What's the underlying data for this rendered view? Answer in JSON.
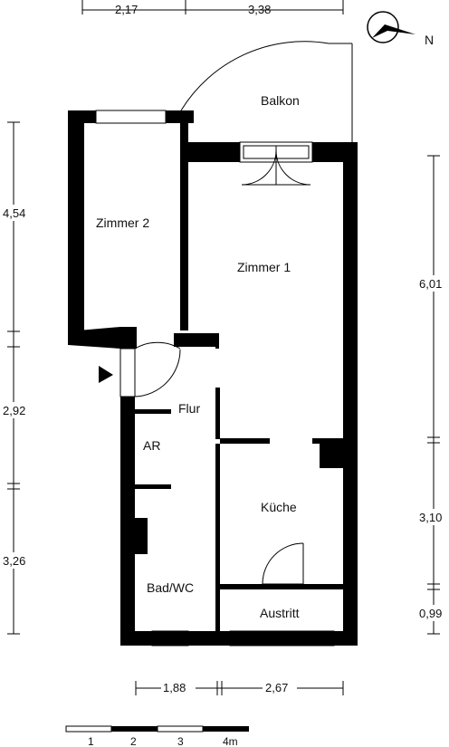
{
  "rooms": {
    "balkon": "Balkon",
    "zimmer1": "Zimmer 1",
    "zimmer2": "Zimmer 2",
    "flur": "Flur",
    "ar": "AR",
    "kueche": "Küche",
    "bad": "Bad/WC",
    "austritt": "Austritt"
  },
  "dimensions": {
    "top_left": "2,17",
    "top_right": "3,38",
    "left_top": "4,54",
    "left_mid": "2,92",
    "left_bottom": "3,26",
    "right_top": "6,01",
    "right_mid": "3,10",
    "right_bottom": "0,99",
    "bottom_left": "1,88",
    "bottom_right": "2,67"
  },
  "compass": {
    "label": "N"
  },
  "scale": {
    "labels": [
      "1",
      "2",
      "3",
      "4m"
    ]
  }
}
